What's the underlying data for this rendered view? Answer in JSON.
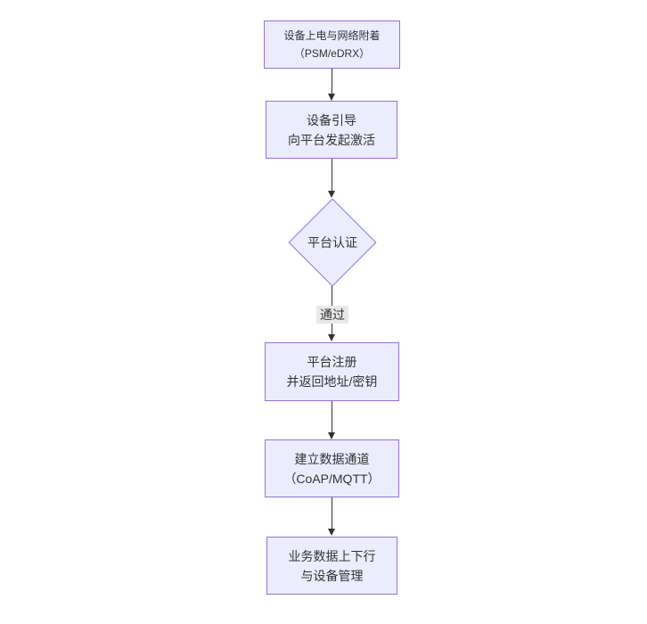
{
  "diagram": {
    "type": "flowchart",
    "direction": "top-down"
  },
  "colors": {
    "node_fill": "#ECECFF",
    "node_border": "#9370DB",
    "arrow": "#333333",
    "edge_label_bg": "#e8e8e8",
    "text": "#333333",
    "background": "#ffffff"
  },
  "nodes": {
    "power_attach": {
      "lines": [
        "设备上电与网络附着",
        "（PSM/eDRX）"
      ]
    },
    "bootstrap": {
      "lines": [
        "设备引导",
        "向平台发起激活"
      ]
    },
    "auth_decision": {
      "label": "平台认证"
    },
    "register": {
      "lines": [
        "平台注册",
        "并返回地址/密钥"
      ]
    },
    "data_channel": {
      "lines": [
        "建立数据通道",
        "（CoAP/MQTT）"
      ]
    },
    "business": {
      "lines": [
        "业务数据上下行",
        "与设备管理"
      ]
    }
  },
  "edges": {
    "auth_pass_label": "通过"
  }
}
